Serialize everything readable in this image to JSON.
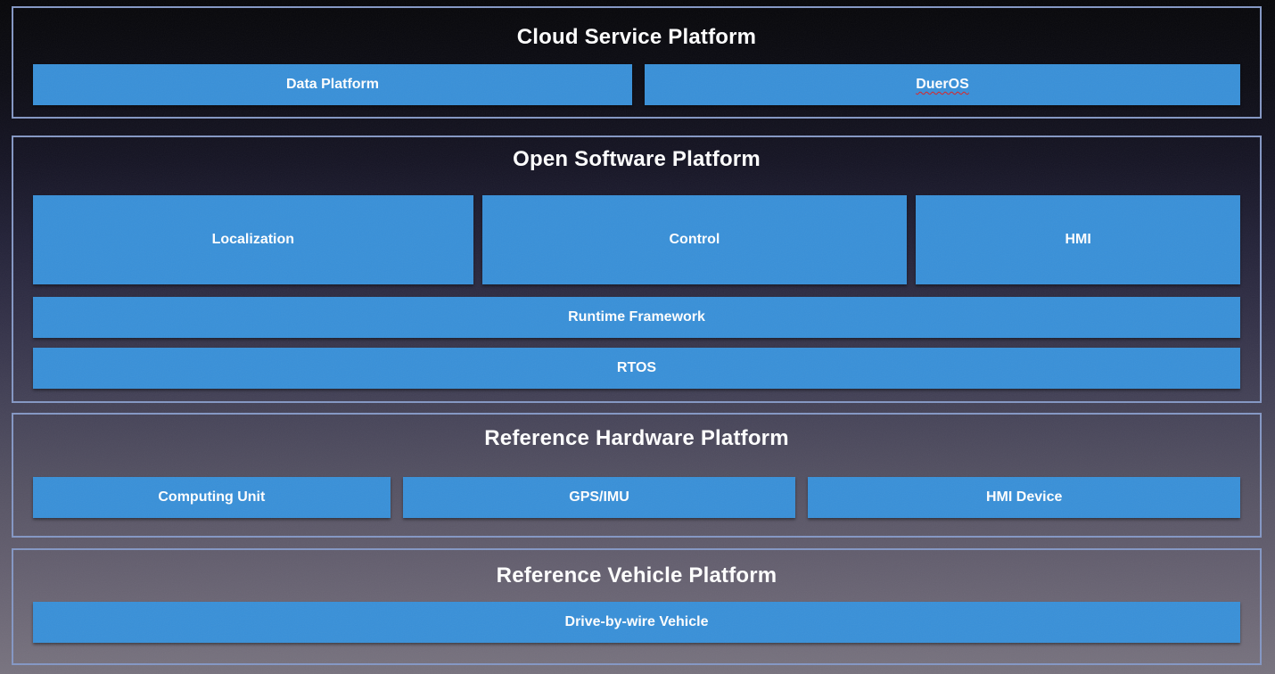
{
  "slide": {
    "colors": {
      "box_blue": "#3990d8",
      "section_border": "#8497c4",
      "title_text": "#ffffff",
      "box_text": "#ffffff",
      "spellcheck_red": "#e02020",
      "bg_top": "#060609",
      "bg_bottom": "#78737f"
    },
    "sections": [
      {
        "title": "Cloud Service Platform",
        "boxes": [
          {
            "label": "Data Platform"
          },
          {
            "label": "DuerOS",
            "spellcheck_underline": true
          }
        ]
      },
      {
        "title": "Open Software Platform",
        "modules": [
          {
            "label": "Localization"
          },
          {
            "label": "Control"
          },
          {
            "label": "HMI"
          }
        ],
        "bars": [
          {
            "label": "Runtime Framework"
          },
          {
            "label": "RTOS"
          }
        ]
      },
      {
        "title": "Reference Hardware Platform",
        "boxes": [
          {
            "label": "Computing Unit"
          },
          {
            "label": "GPS/IMU"
          },
          {
            "label": "HMI Device"
          }
        ]
      },
      {
        "title": "Reference Vehicle Platform",
        "boxes": [
          {
            "label": "Drive-by-wire Vehicle"
          }
        ]
      }
    ]
  }
}
